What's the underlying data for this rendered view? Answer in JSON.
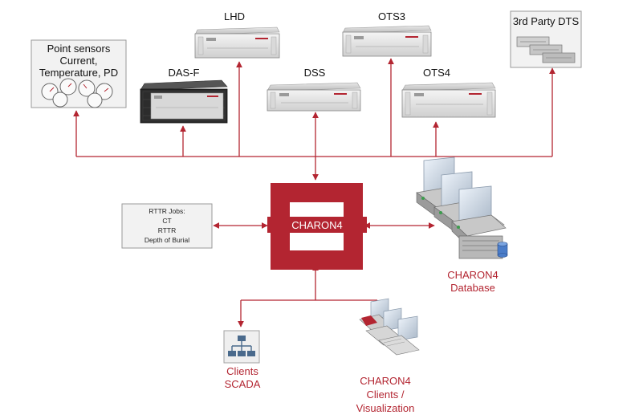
{
  "colors": {
    "accent": "#b32531",
    "box_border": "#9a9a9a",
    "box_fill": "#f2f2f2"
  },
  "hub": {
    "label": "CHARON4"
  },
  "devices": {
    "lhd": "LHD",
    "ots3": "OTS3",
    "das_f": "DAS-F",
    "dss": "DSS",
    "ots4": "OTS4",
    "third_party_dts": "3rd Party DTS"
  },
  "point_sensors": {
    "lines": [
      "Point sensors",
      "Current,",
      "Temperature, PD"
    ]
  },
  "rttr_jobs": {
    "lines": [
      "RTTR Jobs:",
      "CT",
      "RTTR",
      "Depth of Burial"
    ]
  },
  "database": {
    "lines": [
      "CHARON4",
      "Database"
    ]
  },
  "clients_scada": {
    "lines": [
      "Clients",
      "SCADA"
    ]
  },
  "clients_vis": {
    "lines": [
      "CHARON4",
      "Clients /",
      "Visualization"
    ]
  },
  "icons": [
    "gauge-icon",
    "rack-server-icon",
    "server-tower-icon",
    "network-hierarchy-icon",
    "laptop-icon"
  ]
}
